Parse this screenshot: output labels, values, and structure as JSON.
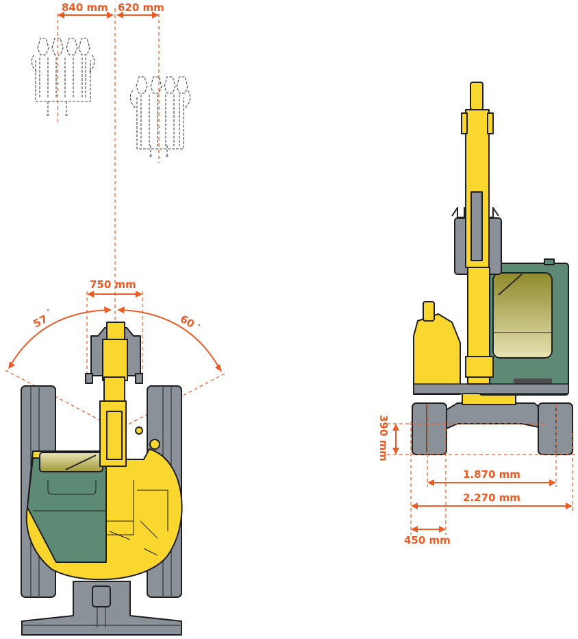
{
  "title": "Excavator dimension diagram (top view and front view)",
  "colors": {
    "annotation": "#ec5b24",
    "machine_yellow": "#f9d72f",
    "cab_green": "#5c8a74",
    "track_grey": "#8a9198",
    "glass": "#c9c48a",
    "outline": "#1e1e1e"
  },
  "top_view": {
    "boom_offset_left": "840 mm",
    "boom_offset_right": "620 mm",
    "bucket_width": "750 mm",
    "swing_angle_left": "57",
    "swing_angle_right": "60",
    "degree_symbol": "°"
  },
  "front_view": {
    "ground_clearance": "390 mm",
    "track_gauge": "1.870 mm",
    "overall_width": "2.270 mm",
    "track_shoe_width": "450 mm"
  }
}
